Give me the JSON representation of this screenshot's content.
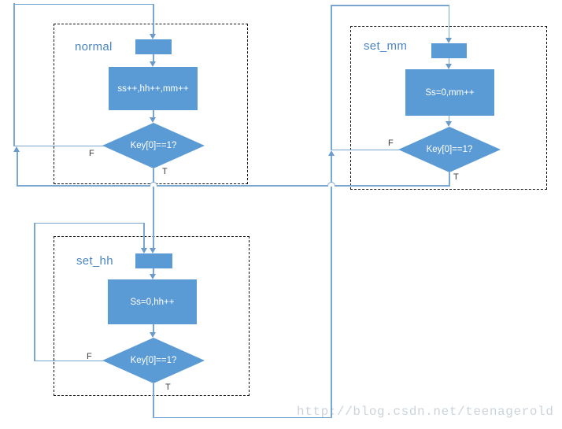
{
  "watermark": "http://blog.csdn.net/teenagerold",
  "colors": {
    "shape_fill": "#5b9bd5",
    "shape_text": "#ffffff",
    "connector": "#79a7cf",
    "group_label": "#4a85c2",
    "box_border": "#141414",
    "branch_label": "#3d3d3d",
    "watermark": "#ccd4db"
  },
  "groups": [
    {
      "id": "normal",
      "label": "normal",
      "process": "ss++,hh++,mm++",
      "decision": "Key[0]==1?",
      "false_label": "F",
      "true_label": "T"
    },
    {
      "id": "set_mm",
      "label": "set_mm",
      "process": "Ss=0,mm++",
      "decision": "Key[0]==1?",
      "false_label": "F",
      "true_label": "T"
    },
    {
      "id": "set_hh",
      "label": "set_hh",
      "process": "Ss=0,hh++",
      "decision": "Key[0]==1?",
      "false_label": "F",
      "true_label": "T"
    }
  ]
}
